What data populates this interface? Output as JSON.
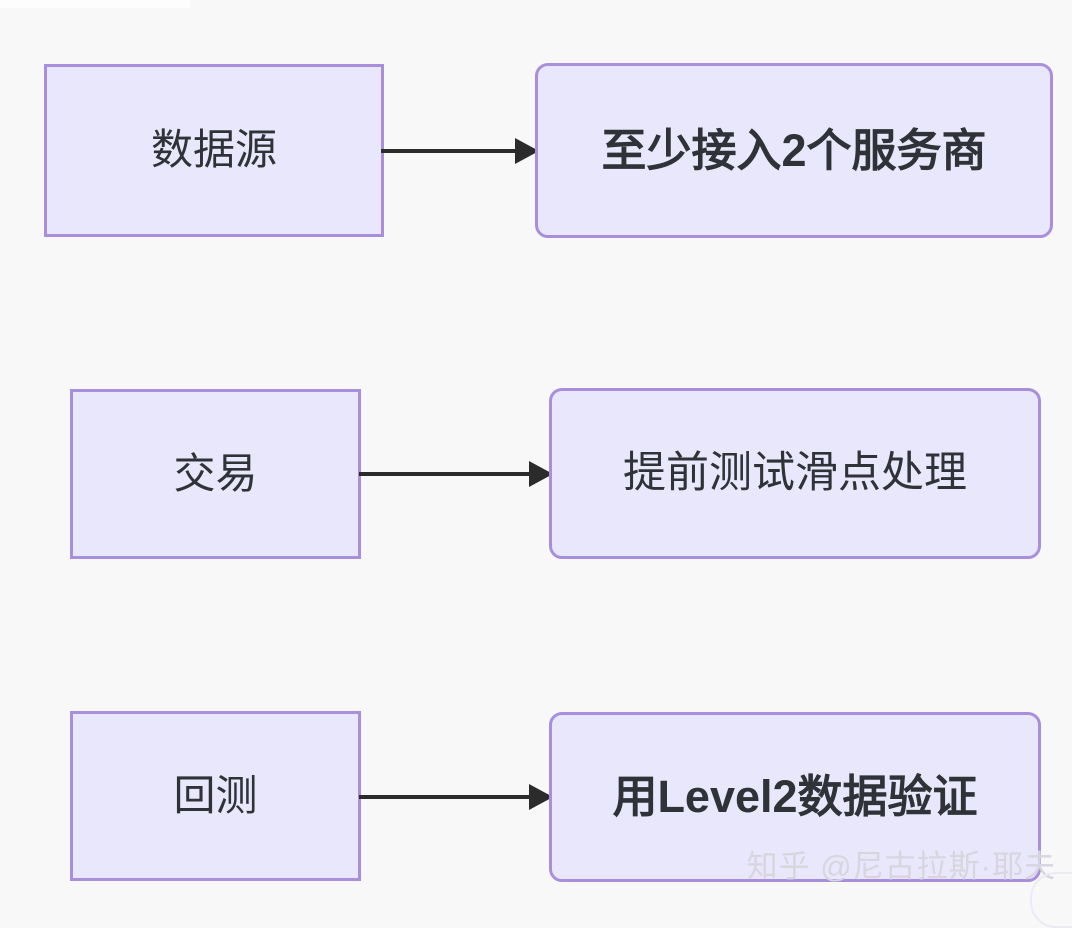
{
  "diagram": {
    "type": "flowchart",
    "orientation": "left-to-right, three independent rows",
    "background_color": "#f8f8f9",
    "node_fill_color": "#e9e7fb",
    "node_border_color": "#a98fdb",
    "text_color": "#2f3337",
    "arrow_color": "#2b2b2b",
    "rows": [
      {
        "source": {
          "label": "数据源",
          "shape": "rectangle"
        },
        "target": {
          "label": "至少接入2个服务商",
          "shape": "rounded-rectangle"
        },
        "edge": {
          "kind": "arrow",
          "direction": "right",
          "label": ""
        }
      },
      {
        "source": {
          "label": "交易",
          "shape": "rectangle"
        },
        "target": {
          "label": "提前测试滑点处理",
          "shape": "rounded-rectangle"
        },
        "edge": {
          "kind": "arrow",
          "direction": "right",
          "label": ""
        }
      },
      {
        "source": {
          "label": "回测",
          "shape": "rectangle"
        },
        "target": {
          "label": "用Level2数据验证",
          "shape": "rounded-rectangle"
        },
        "edge": {
          "kind": "arrow",
          "direction": "right",
          "label": ""
        }
      }
    ]
  },
  "watermark": {
    "text": "知乎 @尼古拉斯·耶夫",
    "color": "#d7d5dd"
  }
}
